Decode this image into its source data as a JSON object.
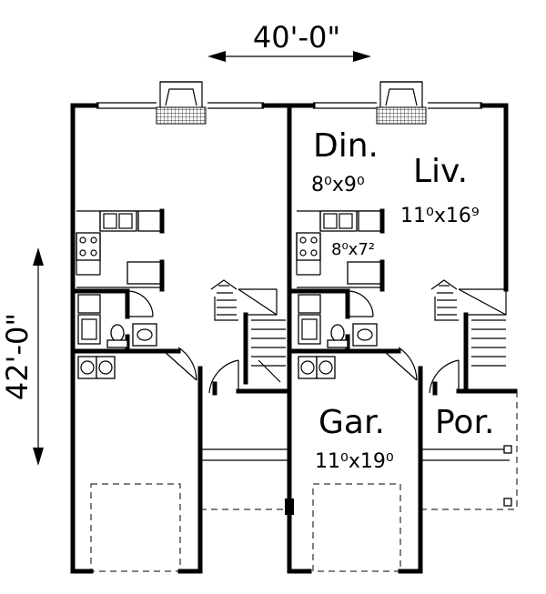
{
  "dimensions": {
    "width": "40'-0\"",
    "depth": "42'-0\""
  },
  "rooms": {
    "din_name": "Din.",
    "din_size": "8⁰x9⁰",
    "liv_name": "Liv.",
    "liv_size": "11⁰x16⁹",
    "kit_size": "8⁰x7²",
    "gar_name": "Gar.",
    "gar_size": "11⁰x19⁰",
    "por_name": "Por."
  }
}
